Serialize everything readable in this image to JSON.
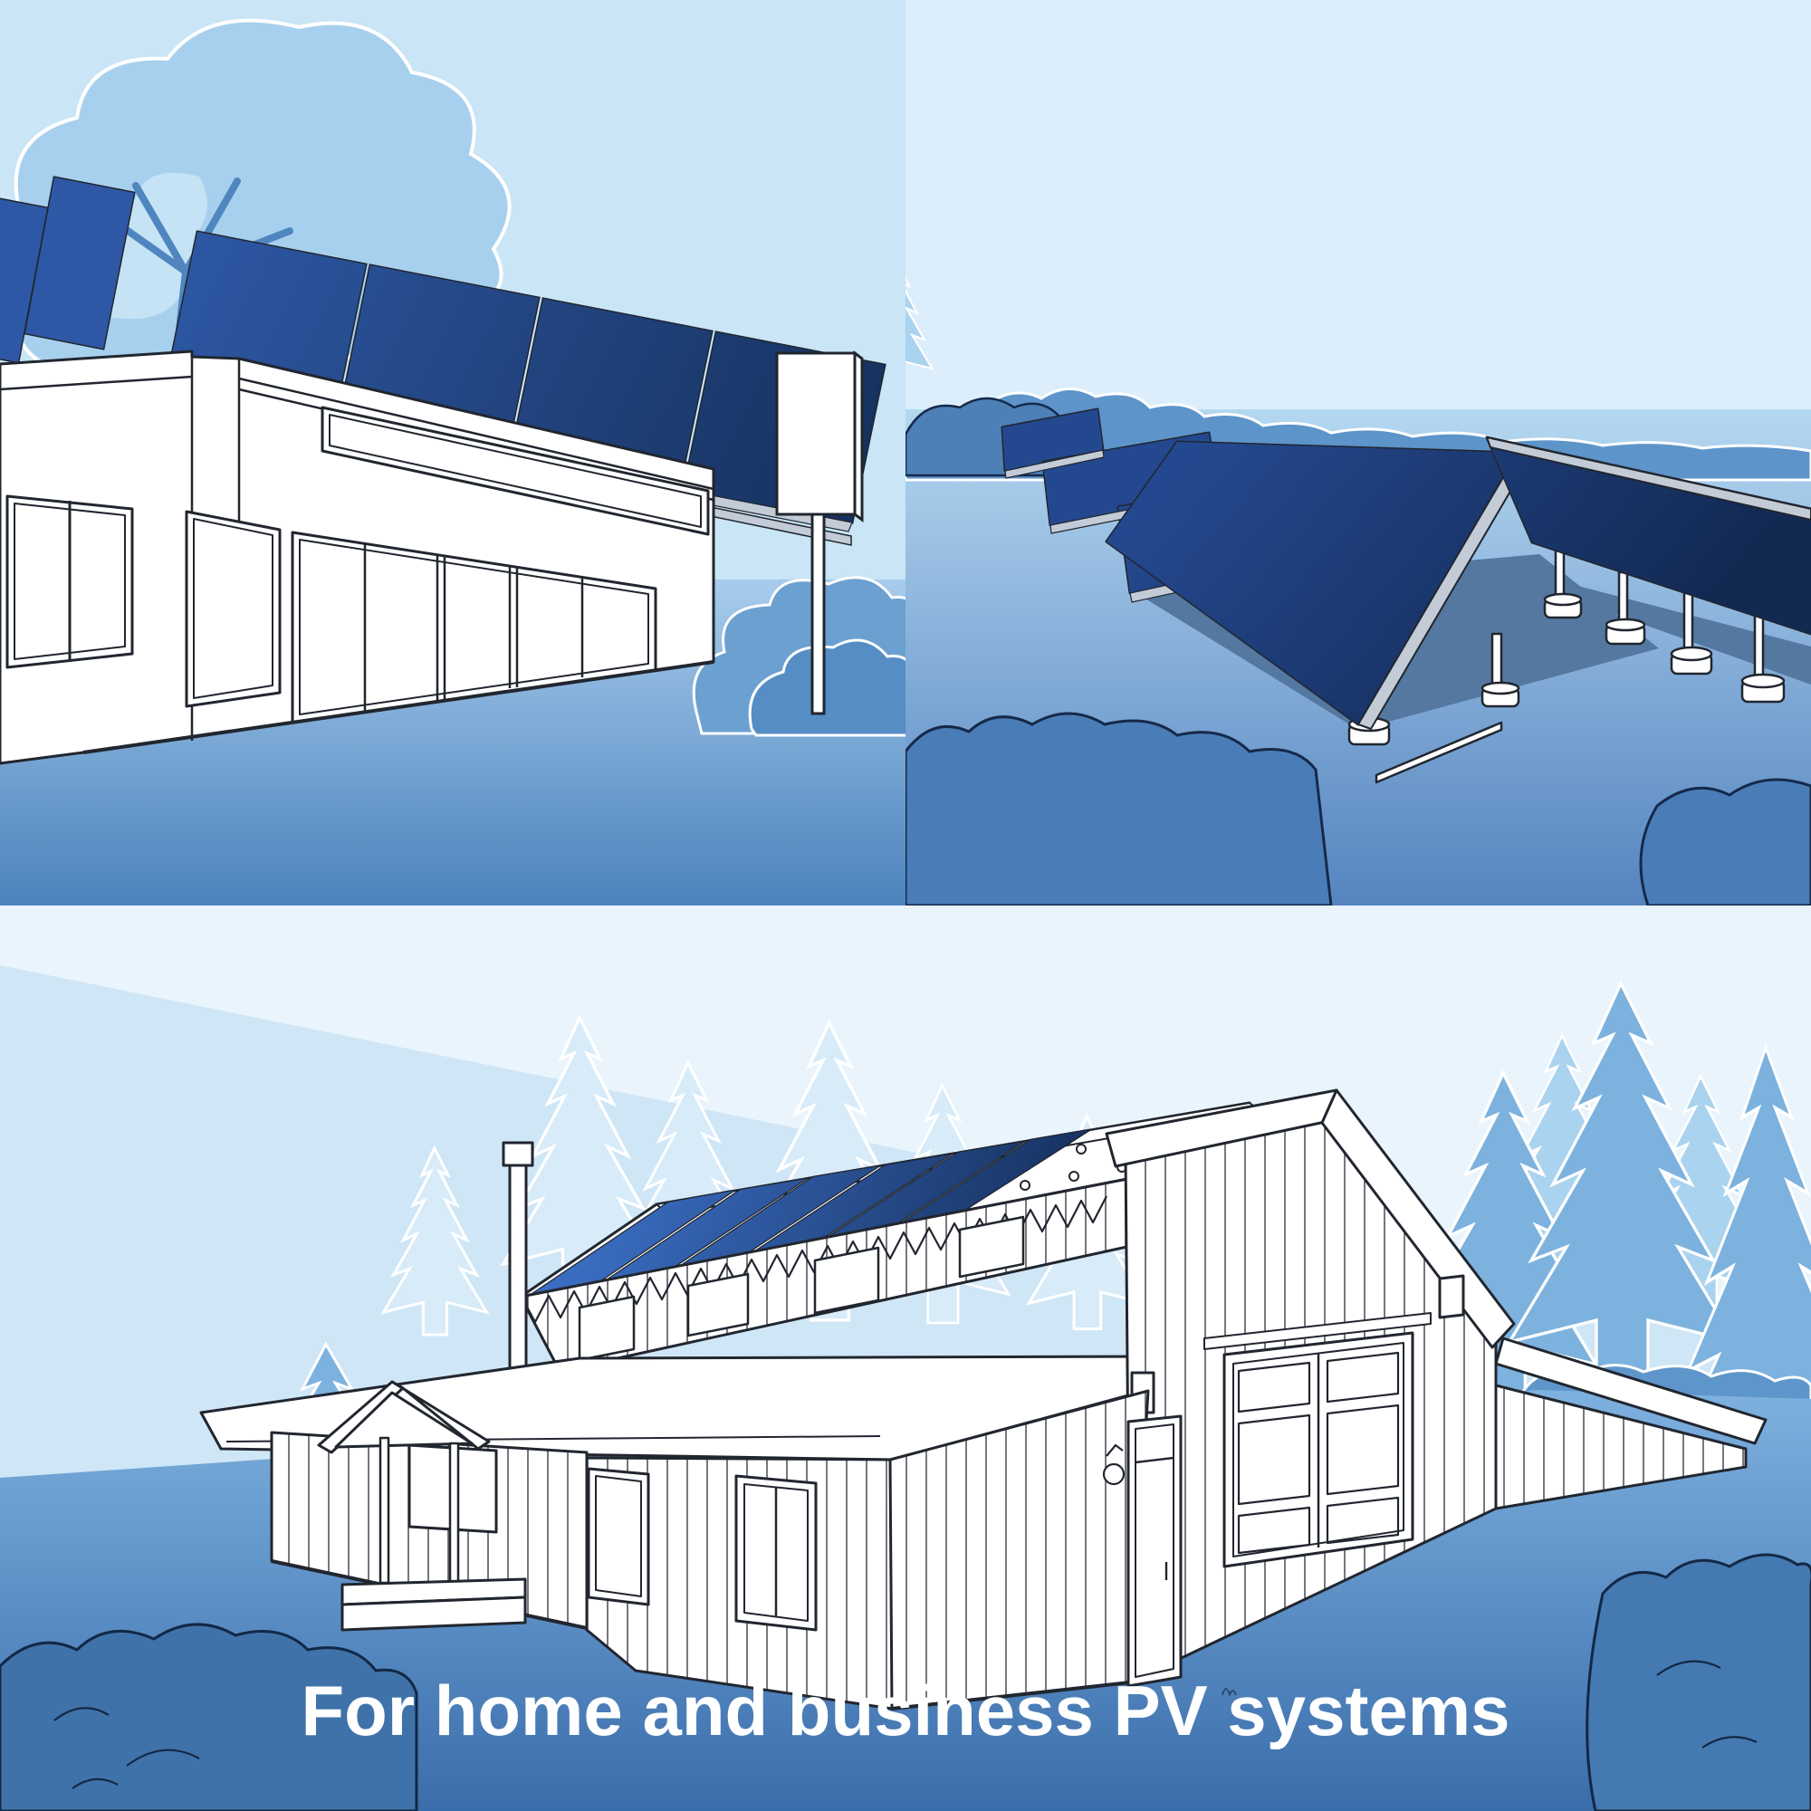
{
  "caption": {
    "text": "For home and business PV systems",
    "color": "#ffffff"
  },
  "scenes": [
    {
      "id": "storefront",
      "label": "Commercial storefront building with tilted rooftop solar panels, blank roadside sign, tree and bushes",
      "position": "top-left"
    },
    {
      "id": "solar-farm",
      "label": "Rows of ground-mounted solar panels on white posts in a clearing ringed by pine trees",
      "position": "top-right"
    },
    {
      "id": "barn-home",
      "label": "Barn-style home and workshop with solar panels on the upper roof, porch, sliding barn door and forest backdrop",
      "position": "bottom"
    }
  ],
  "palette": {
    "sky_top_left": "#c9e5f6",
    "sky_top_right": "#dceefb",
    "sky_bottom": "#cfe6f6",
    "sky_highlight": "#e9f4fc",
    "tree_light": "#aad3ef",
    "tree_medium": "#6ca2d4",
    "pine_bottom_panel": "#7db2de",
    "bush_medium": "#5d94c9",
    "bush_dark": "#4a7db8",
    "ground_deep": "#3a6dab",
    "panel_blue": "#2e58a5",
    "panel_blue_dark": "#16325f",
    "panel_frame_silver": "#c3ccd6",
    "building_white": "#ffffff",
    "outline": "#21262f",
    "shadow_blue": "#54789f"
  }
}
